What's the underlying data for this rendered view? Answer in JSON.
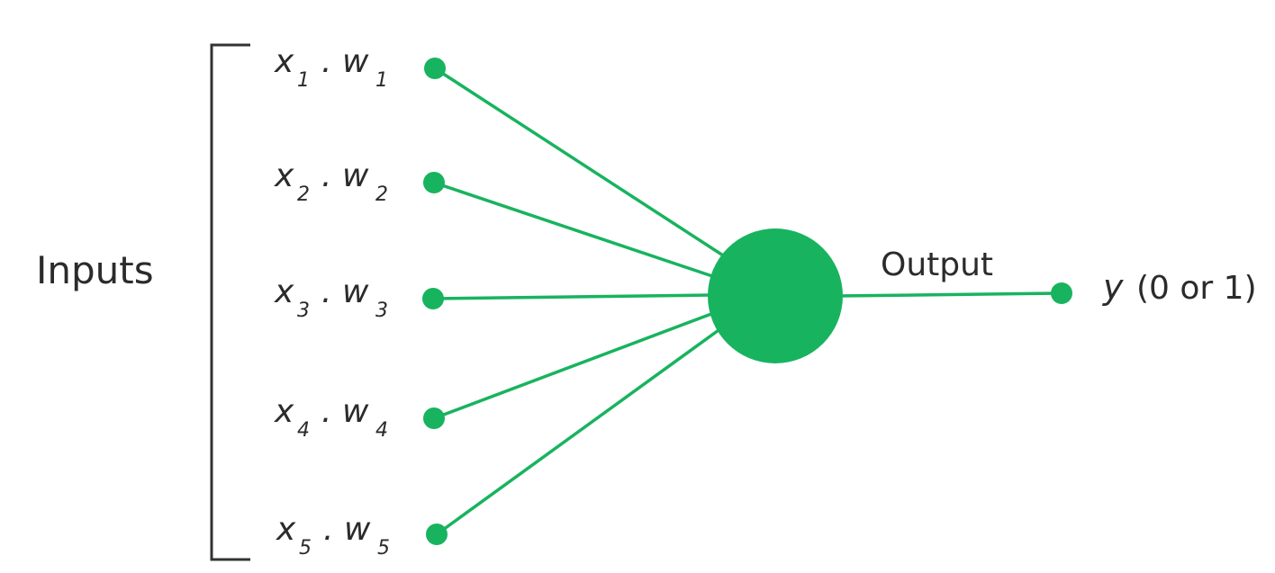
{
  "labels": {
    "inputs": "Inputs",
    "output": "Output",
    "result_var": "y",
    "result_desc": "(0 or 1)",
    "dot": "."
  },
  "inputs": [
    {
      "x": "x",
      "w": "w",
      "index": "1"
    },
    {
      "x": "x",
      "w": "w",
      "index": "2"
    },
    {
      "x": "x",
      "w": "w",
      "index": "3"
    },
    {
      "x": "x",
      "w": "w",
      "index": "4"
    },
    {
      "x": "x",
      "w": "w",
      "index": "5"
    }
  ],
  "colors": {
    "accent": "#18b35f",
    "text": "#2b2b2b",
    "bracket": "#333333"
  }
}
